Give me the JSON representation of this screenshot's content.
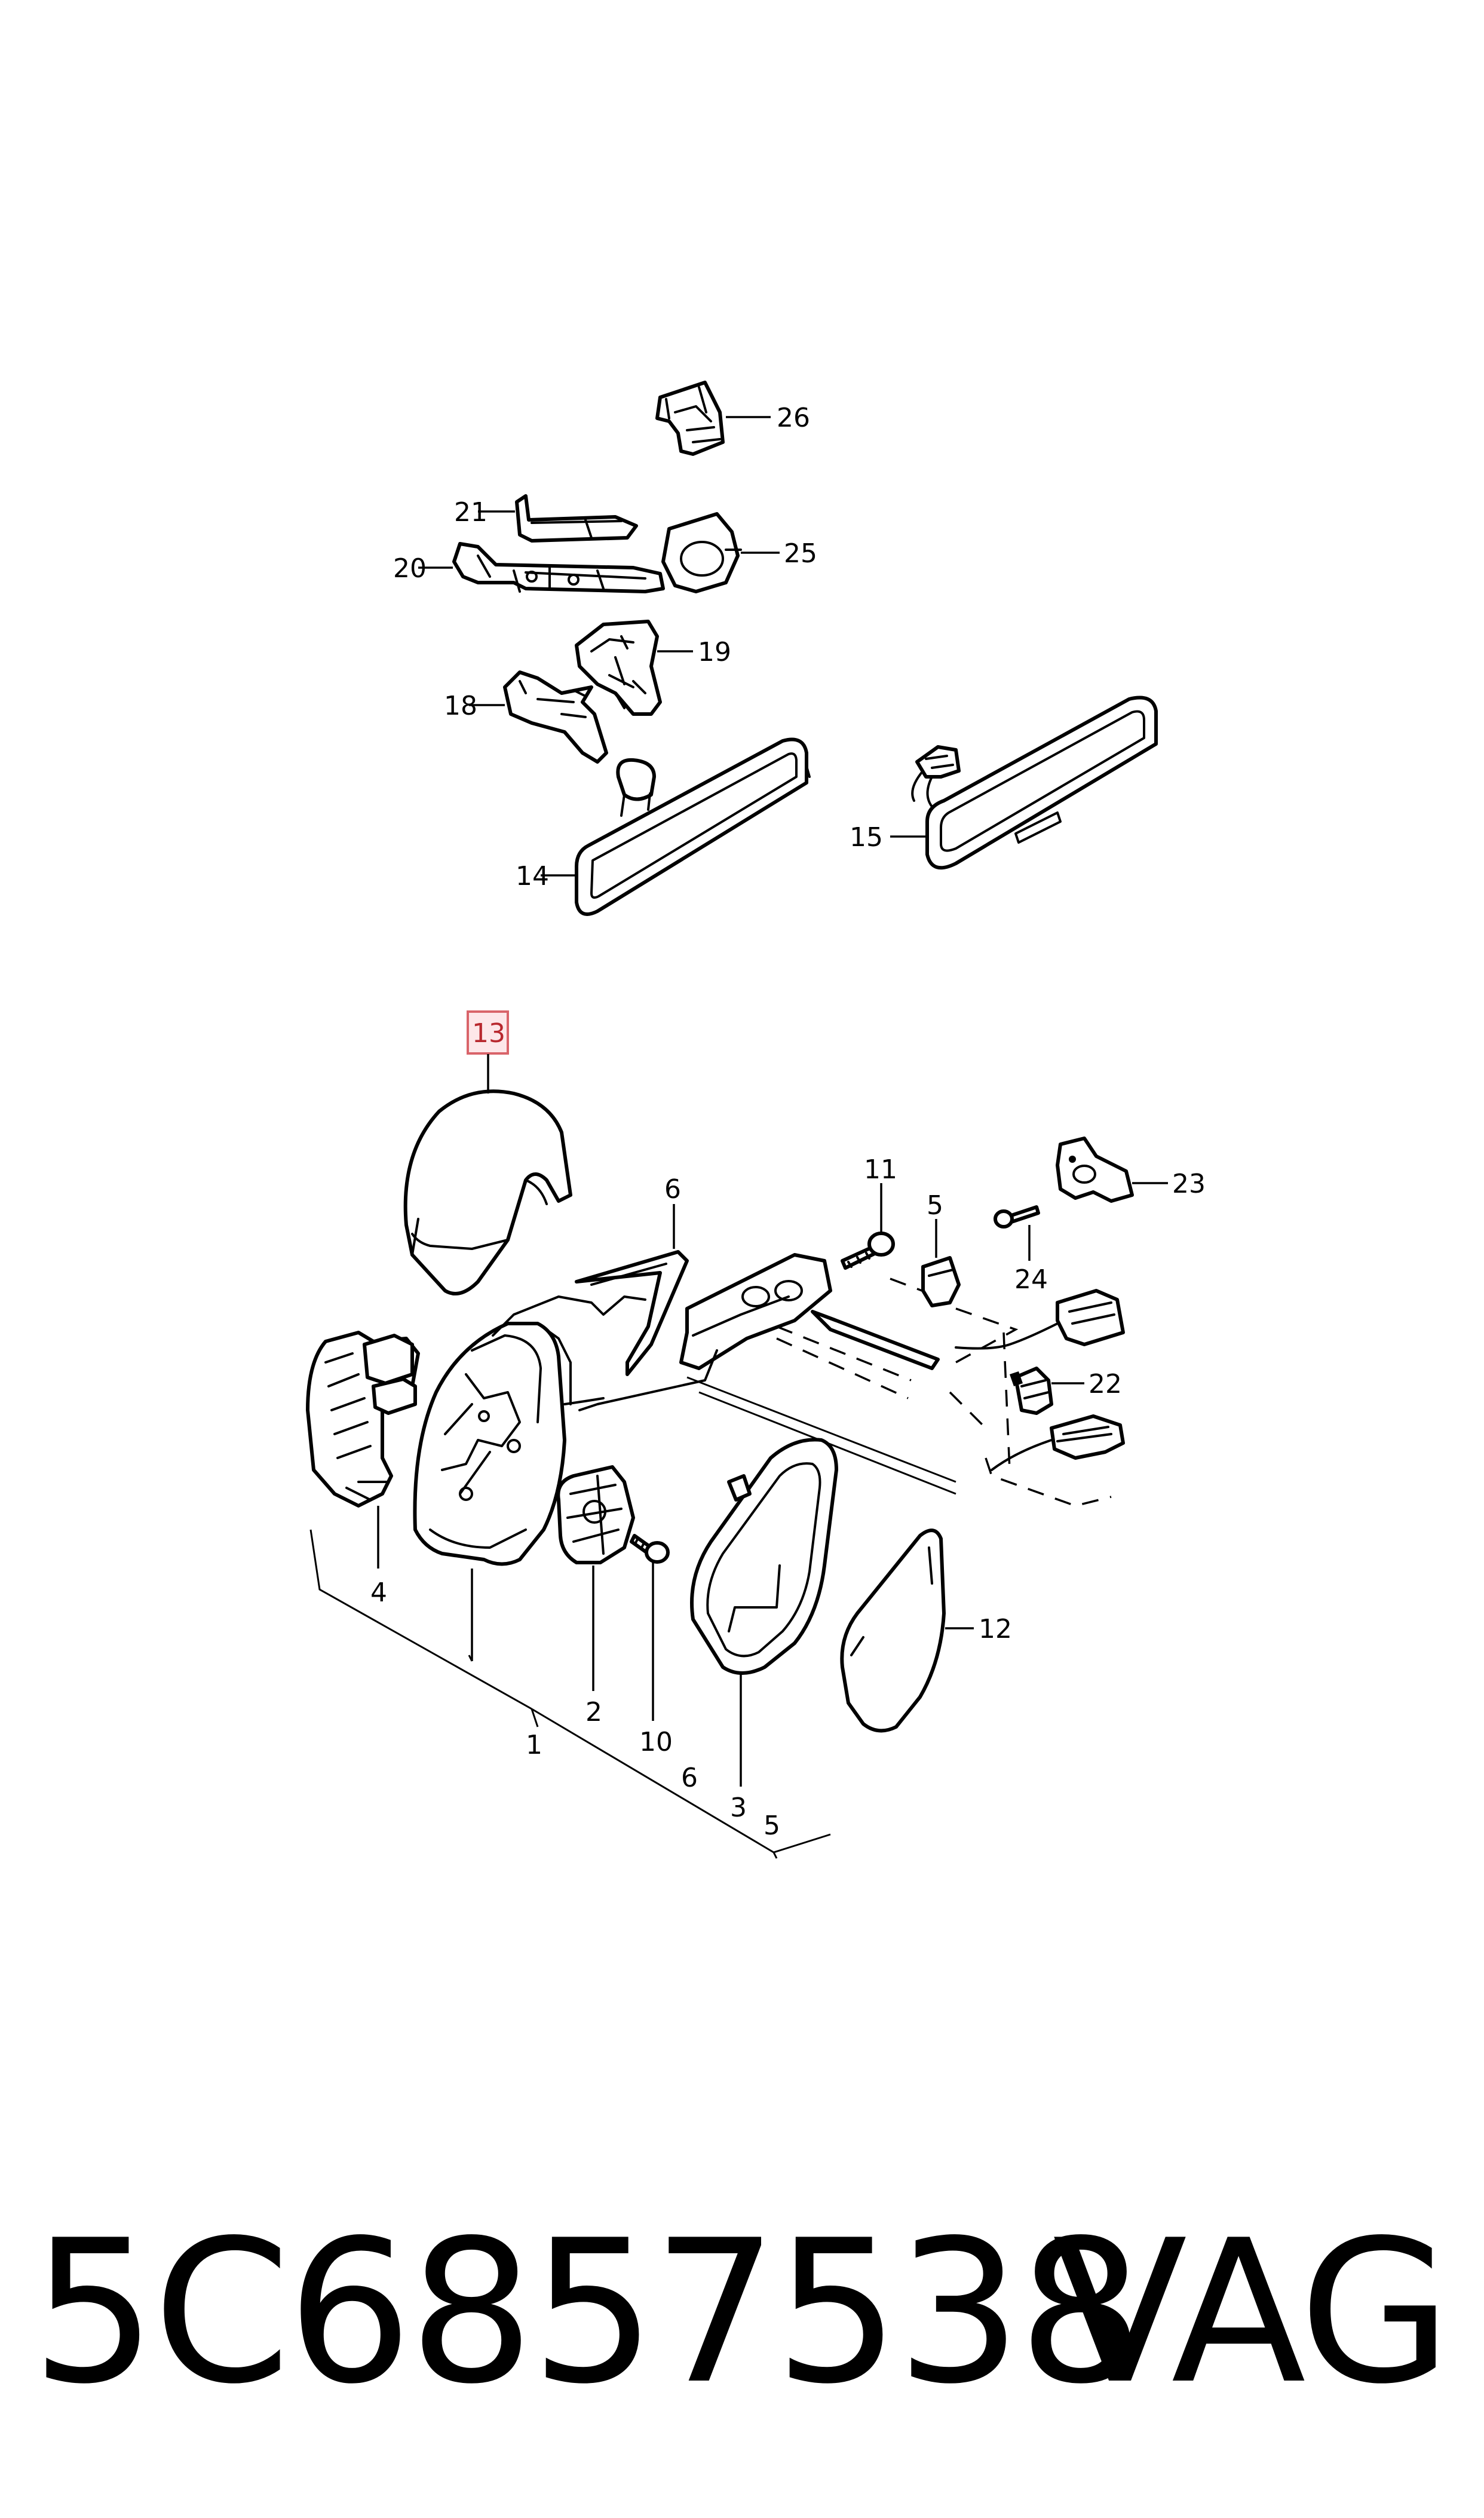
{
  "callouts": {
    "c1": "1",
    "c2": "2",
    "c3": "3",
    "c4": "4",
    "c5a": "5",
    "c5b": "5",
    "c6a": "6",
    "c6b": "6",
    "c10": "10",
    "c11": "11",
    "c12": "12",
    "c13": "13",
    "c14": "14",
    "c15": "15",
    "c18": "18",
    "c19": "19",
    "c20": "20",
    "c21": "21",
    "c22": "22",
    "c23": "23",
    "c24": "24",
    "c25": "25",
    "c26": "26"
  },
  "highlighted_callout": "13",
  "colors": {
    "line": "#000000",
    "highlight_text": "#b8282e",
    "highlight_fill": "#fde7e9",
    "highlight_border": "#d9646a"
  },
  "footer": {
    "part_number": "5C6857538",
    "brand": "VAG"
  }
}
